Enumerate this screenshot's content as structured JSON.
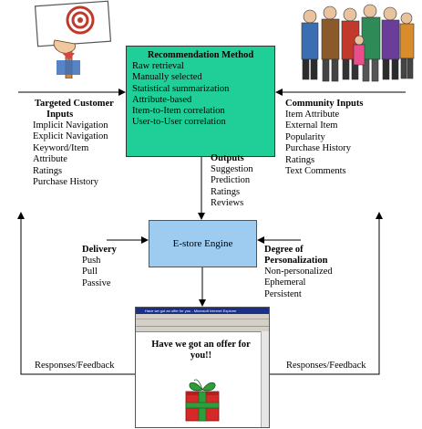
{
  "recommendation": {
    "title": "Recommendation Method",
    "items": [
      "Raw retrieval",
      "Manually selected",
      "Statistical summarization",
      "Attribute-based",
      "Item-to-Item correlation",
      "User-to-User correlation"
    ]
  },
  "targeted": {
    "title_line1": "Targeted Customer",
    "title_line2": "Inputs",
    "items": [
      "Implicit Navigation",
      "Explicit Navigation",
      "Keyword/Item",
      "Attribute",
      "Ratings",
      "Purchase History"
    ]
  },
  "community": {
    "title": "Community Inputs",
    "items": [
      "Item Attribute",
      "External Item",
      "Popularity",
      "Purchase History",
      "Ratings",
      "Text Comments"
    ]
  },
  "outputs": {
    "title": "Outputs",
    "items": [
      "Suggestion",
      "Prediction",
      "Ratings",
      "Reviews"
    ]
  },
  "engine": {
    "label": "E-store Engine"
  },
  "delivery": {
    "title": "Delivery",
    "items": [
      "Push",
      "Pull",
      "Passive"
    ]
  },
  "personalization": {
    "title_line1": "Degree of",
    "title_line2": "Personalization",
    "items": [
      "Non-personalized",
      "Ephemeral",
      "Persistent"
    ]
  },
  "feedback": {
    "left": "Responses/Feedback",
    "right": "Responses/Feedback"
  },
  "browser": {
    "window_title": "Have we got an offer for you - Microsoft Internet Explorer",
    "offer_text": "Have we got an offer for you!!"
  }
}
